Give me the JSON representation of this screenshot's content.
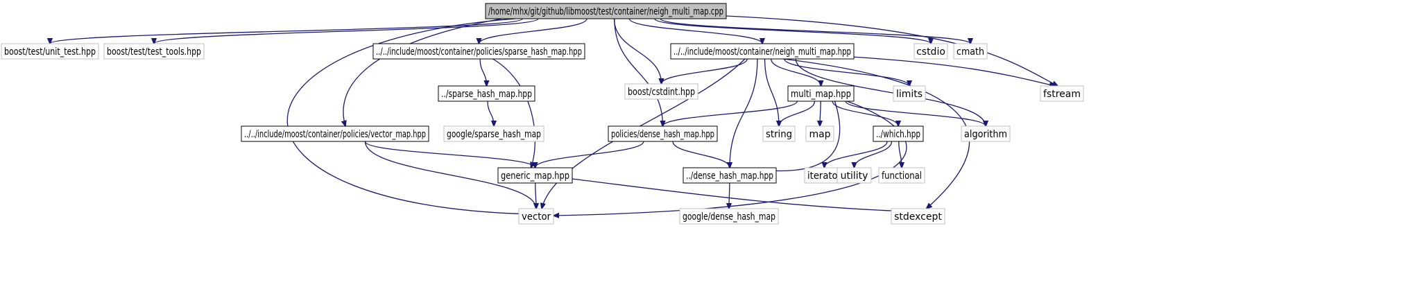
{
  "graph": {
    "nodes": [
      {
        "id": "root",
        "label": "/home/mhx/git/github/libmoost/test/container/neigh_multi_map.cpp",
        "style": "root"
      },
      {
        "id": "unit_test",
        "label": "boost/test/unit_test.hpp",
        "style": "external"
      },
      {
        "id": "test_tools",
        "label": "boost/test/test_tools.hpp",
        "style": "external"
      },
      {
        "id": "sparse_policy",
        "label": "../../include/moost/container/policies/sparse_hash_map.hpp",
        "style": "local"
      },
      {
        "id": "neigh_multi_map",
        "label": "../../include/moost/container/neigh_multi_map.hpp",
        "style": "local"
      },
      {
        "id": "cstdio",
        "label": "cstdio",
        "style": "external"
      },
      {
        "id": "cmath",
        "label": "cmath",
        "style": "external"
      },
      {
        "id": "sparse_hash_map",
        "label": "../sparse_hash_map.hpp",
        "style": "local"
      },
      {
        "id": "cstdint",
        "label": "boost/cstdint.hpp",
        "style": "external"
      },
      {
        "id": "multi_map",
        "label": "multi_map.hpp",
        "style": "local"
      },
      {
        "id": "limits",
        "label": "limits",
        "style": "external"
      },
      {
        "id": "fstream",
        "label": "fstream",
        "style": "external"
      },
      {
        "id": "google_sparse",
        "label": "google/sparse_hash_map",
        "style": "external"
      },
      {
        "id": "vector_policy",
        "label": "../../include/moost/container/policies/vector_map.hpp",
        "style": "local"
      },
      {
        "id": "dense_policy",
        "label": "policies/dense_hash_map.hpp",
        "style": "local"
      },
      {
        "id": "string",
        "label": "string",
        "style": "external"
      },
      {
        "id": "map",
        "label": "map",
        "style": "external"
      },
      {
        "id": "which",
        "label": "../which.hpp",
        "style": "local"
      },
      {
        "id": "algorithm",
        "label": "algorithm",
        "style": "external"
      },
      {
        "id": "generic_map",
        "label": "generic_map.hpp",
        "style": "local"
      },
      {
        "id": "dense_hash_map",
        "label": "../dense_hash_map.hpp",
        "style": "local"
      },
      {
        "id": "iterator",
        "label": "iterator",
        "style": "external"
      },
      {
        "id": "utility",
        "label": "utility",
        "style": "external"
      },
      {
        "id": "functional",
        "label": "functional",
        "style": "external"
      },
      {
        "id": "vector",
        "label": "vector",
        "style": "external"
      },
      {
        "id": "stdexcept",
        "label": "stdexcept",
        "style": "external"
      },
      {
        "id": "google_dense",
        "label": "google/dense_hash_map",
        "style": "external"
      }
    ],
    "edges": [
      [
        "root",
        "unit_test"
      ],
      [
        "root",
        "test_tools"
      ],
      [
        "root",
        "sparse_policy"
      ],
      [
        "root",
        "neigh_multi_map"
      ],
      [
        "root",
        "cstdio"
      ],
      [
        "root",
        "cmath"
      ],
      [
        "root",
        "cstdint"
      ],
      [
        "root",
        "fstream"
      ],
      [
        "root",
        "vector_policy"
      ],
      [
        "root",
        "dense_policy"
      ],
      [
        "root",
        "vector"
      ],
      [
        "sparse_policy",
        "sparse_hash_map"
      ],
      [
        "sparse_policy",
        "generic_map"
      ],
      [
        "sparse_hash_map",
        "google_sparse"
      ],
      [
        "neigh_multi_map",
        "cstdint"
      ],
      [
        "neigh_multi_map",
        "multi_map"
      ],
      [
        "neigh_multi_map",
        "limits"
      ],
      [
        "neigh_multi_map",
        "fstream"
      ],
      [
        "neigh_multi_map",
        "string"
      ],
      [
        "neigh_multi_map",
        "algorithm"
      ],
      [
        "neigh_multi_map",
        "dense_hash_map"
      ],
      [
        "neigh_multi_map",
        "vector"
      ],
      [
        "neigh_multi_map",
        "stdexcept"
      ],
      [
        "multi_map",
        "dense_policy"
      ],
      [
        "multi_map",
        "string"
      ],
      [
        "multi_map",
        "map"
      ],
      [
        "multi_map",
        "which"
      ],
      [
        "multi_map",
        "algorithm"
      ],
      [
        "multi_map",
        "dense_hash_map"
      ],
      [
        "multi_map",
        "vector"
      ],
      [
        "vector_policy",
        "generic_map"
      ],
      [
        "vector_policy",
        "vector"
      ],
      [
        "dense_policy",
        "generic_map"
      ],
      [
        "dense_policy",
        "dense_hash_map"
      ],
      [
        "which",
        "iterator"
      ],
      [
        "which",
        "utility"
      ],
      [
        "which",
        "functional"
      ],
      [
        "generic_map",
        "vector"
      ],
      [
        "generic_map",
        "stdexcept"
      ],
      [
        "dense_hash_map",
        "google_dense"
      ]
    ]
  },
  "colors": {
    "edge": "#191970",
    "root_fill": "#bfbfbf",
    "local_border": "#000000",
    "external_border": "#bfbfbf",
    "text": "#000000"
  }
}
